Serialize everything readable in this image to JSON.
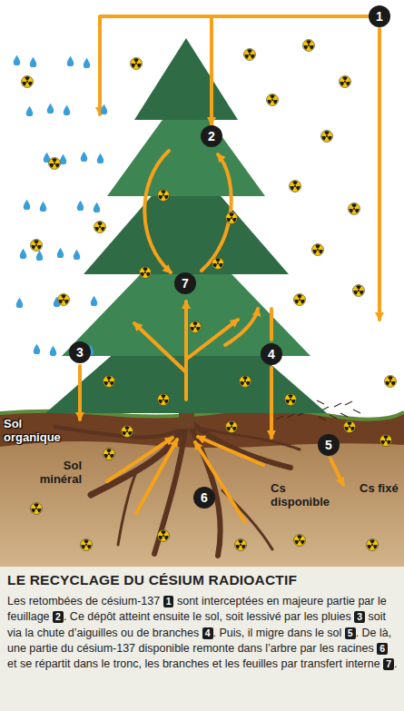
{
  "diagram": {
    "title": "LE RECYCLAGE DU CÉSIUM RADIOACTIF",
    "caption": "Les retombées de césium-137 1 sont interceptées en majeure partie par le feuillage 2. Ce dépôt atteint ensuite le sol, soit lessivé par les pluies 3 soit via la chute d’aiguilles ou de branches 4. Puis, il migre dans le sol 5. De là, une partie du césium-137 disponible remonte dans l’arbre par les racines 6 et se répartit dans le tronc, les branches et les feuilles par transfert interne 7.",
    "nodes": [
      {
        "text": [
          "1"
        ]
      },
      {
        "text": [
          "2"
        ]
      },
      {
        "text": [
          "7"
        ]
      },
      {
        "text": [
          "3"
        ]
      },
      {
        "text": [
          "4"
        ]
      },
      {
        "text": [
          "5"
        ]
      },
      {
        "text": [
          "6"
        ]
      }
    ],
    "edges": [
      {
        "from": 0,
        "to": 1,
        "arrow": "to"
      }
    ],
    "labels": [
      "Sol organique",
      "Sol minéral",
      "Cs disponible",
      "Cs fixé"
    ]
  }
}
